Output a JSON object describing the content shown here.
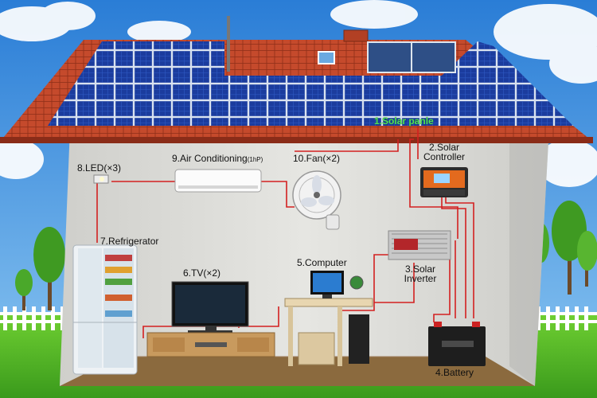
{
  "labels": {
    "solar_panels": "1.Solar panle",
    "solar_controller_1": "2.Solar",
    "solar_controller_2": "Controller",
    "solar_inverter_1": "3.Solar",
    "solar_inverter_2": "Inverter",
    "battery": "4.Battery",
    "computer": "5.Computer",
    "tv": "6.TV(×2)",
    "refrigerator": "7.Refrigerator",
    "led": "8.LED(×3)",
    "air_conditioning": "9.Air Conditioning",
    "air_conditioning_power": "(1hP)",
    "fan": "10.Fan(×2)"
  },
  "colors": {
    "sky": "#2f86d8",
    "grass": "#4fb82a",
    "wall": "#dcdcd8",
    "roof": "#c0492b",
    "panel": "#1d3fa0",
    "wire": "#d32020",
    "label_highlight": "#52e05a"
  }
}
